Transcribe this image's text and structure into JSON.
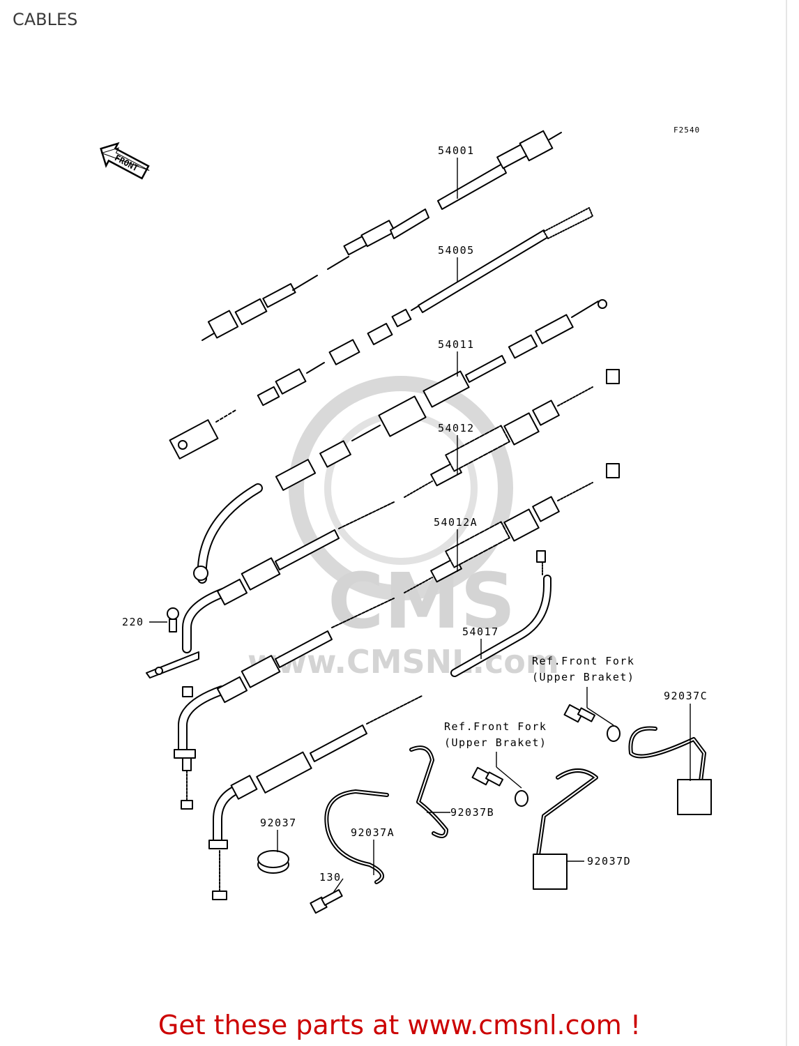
{
  "page": {
    "title": "CABLES",
    "figure_code": "F2540"
  },
  "front_arrow": {
    "label": "FRONT",
    "icon": "front-direction-arrow-icon"
  },
  "parts": [
    {
      "number": "54001"
    },
    {
      "number": "54005"
    },
    {
      "number": "54011"
    },
    {
      "number": "54012"
    },
    {
      "number": "54012A"
    },
    {
      "number": "54017"
    },
    {
      "number": "220"
    },
    {
      "number": "92037"
    },
    {
      "number": "92037A"
    },
    {
      "number": "92037B"
    },
    {
      "number": "92037C"
    },
    {
      "number": "92037D"
    },
    {
      "number": "130"
    }
  ],
  "references": [
    {
      "line1": "Ref.Front Fork",
      "line2": "(Upper Braket)"
    },
    {
      "line1": "Ref.Front Fork",
      "line2": "(Upper Braket)"
    }
  ],
  "watermark": {
    "brand": "CMS",
    "url": "www.CMSNL.com"
  },
  "footer": {
    "call_to_action": "Get these parts at www.cmsnl.com !",
    "color": "#cc0000"
  }
}
